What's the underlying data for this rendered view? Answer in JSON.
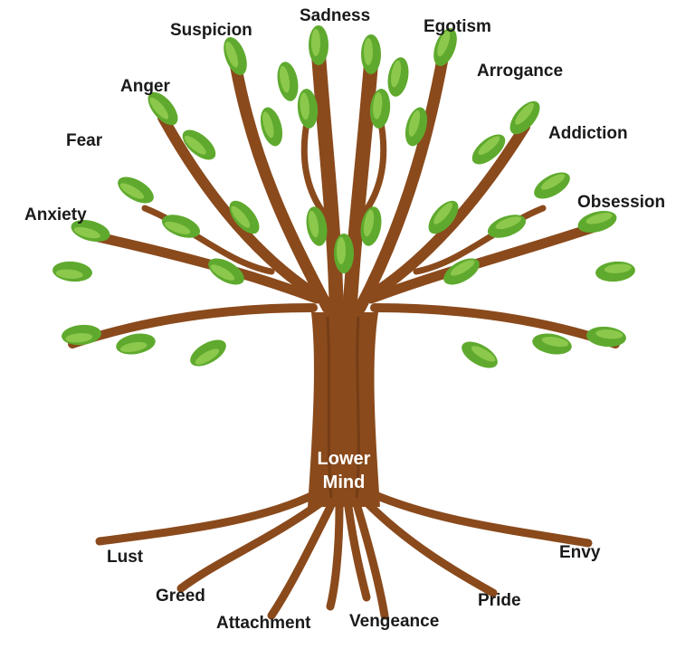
{
  "center": {
    "line1": "Lower",
    "line2": "Mind"
  },
  "branch_labels": [
    "Sadness",
    "Suspicion",
    "Egotism",
    "Anger",
    "Arrogance",
    "Fear",
    "Addiction",
    "Anxiety",
    "Obsession"
  ],
  "root_labels": [
    "Lust",
    "Greed",
    "Attachment",
    "Vengeance",
    "Pride",
    "Envy"
  ],
  "colors": {
    "trunk": "#8a4a1c",
    "trunk_dark": "#5e2f10",
    "leaf": "#5faa2e",
    "leaf_light": "#9fd45a",
    "text": "#1a1a1a"
  }
}
